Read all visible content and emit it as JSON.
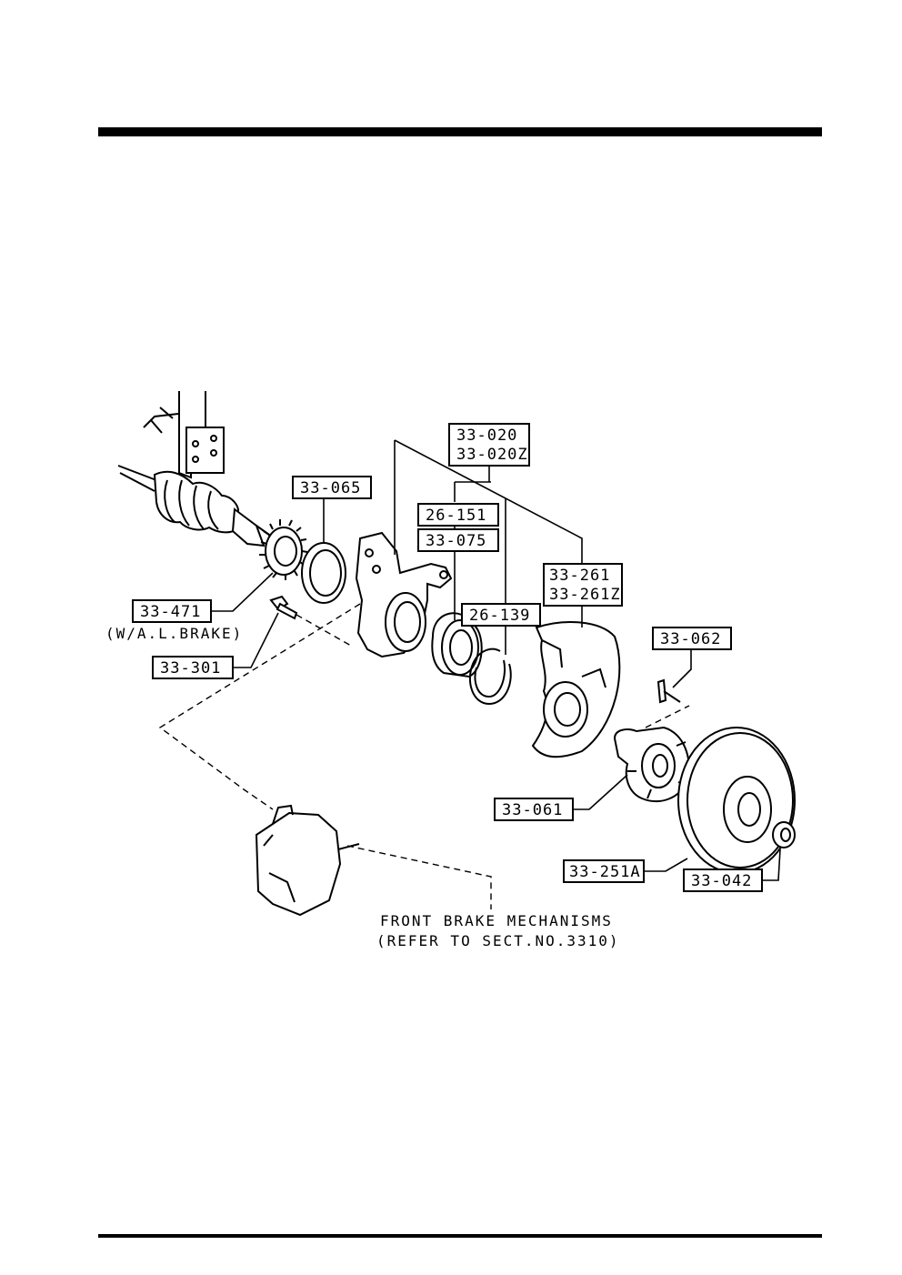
{
  "diagram": {
    "labels": {
      "p33_020": "33-020",
      "p33_020z": "33-020Z",
      "p33_065": "33-065",
      "p26_151": "26-151",
      "p33_075": "33-075",
      "p33_261": "33-261",
      "p33_261z": "33-261Z",
      "p26_139": "26-139",
      "p33_062": "33-062",
      "p33_471": "33-471",
      "p33_471_note": "(W/A.L.BRAKE)",
      "p33_301": "33-301",
      "p33_061": "33-061",
      "p33_251a": "33-251A",
      "p33_042": "33-042"
    },
    "caption": {
      "line1": "FRONT BRAKE MECHANISMS",
      "line2": "(REFER TO SECT.NO.3310)"
    }
  }
}
